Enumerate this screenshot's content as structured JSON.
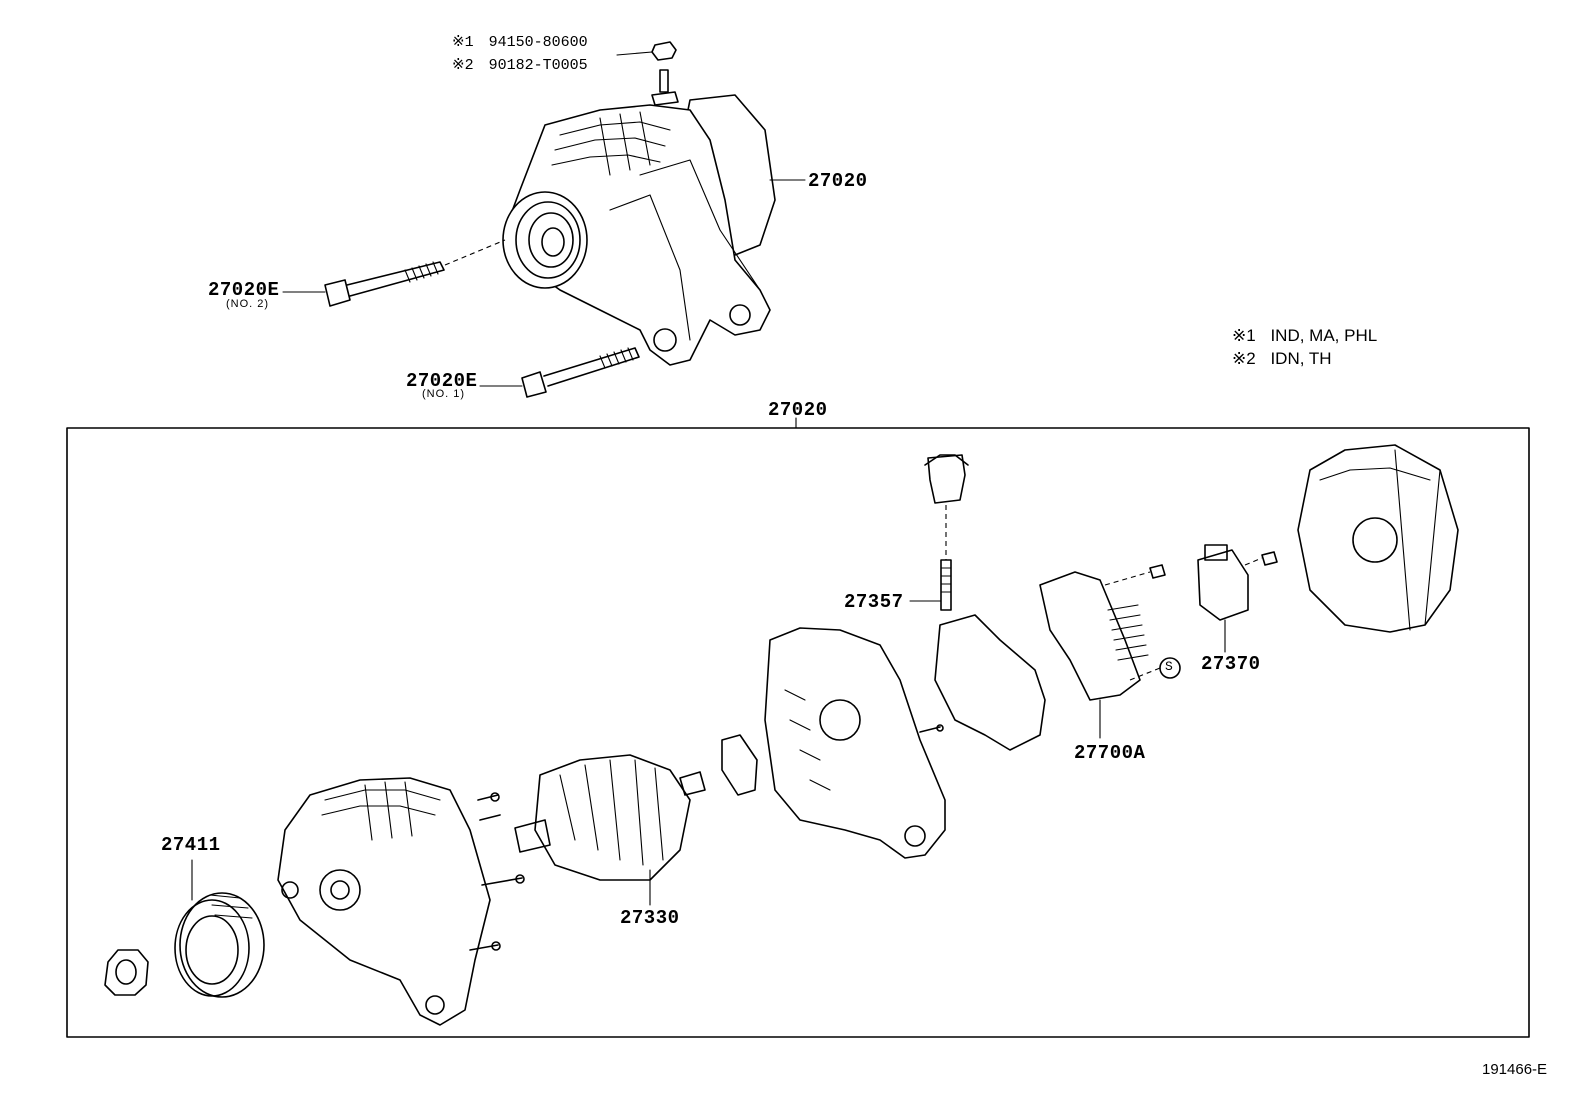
{
  "notes": [
    {
      "mark": "※1",
      "part": "94150-80600"
    },
    {
      "mark": "※2",
      "part": "90182-T0005"
    }
  ],
  "legend": [
    {
      "mark": "※1",
      "text": "IND, MA, PHL"
    },
    {
      "mark": "※2",
      "text": "IDN, TH"
    }
  ],
  "labels": {
    "alternator_assy": "27020",
    "bolt_no2": "27020E",
    "bolt_no2_sub": "(NO. 2)",
    "bolt_no1": "27020E",
    "bolt_no1_sub": "(NO. 1)",
    "box_header": "27020",
    "pulley": "27411",
    "rotor": "27330",
    "terminal_insulator": "27357",
    "regulator": "27700A",
    "brush_holder": "27370",
    "s_mark": "S"
  },
  "diagram_code": "191466-E"
}
